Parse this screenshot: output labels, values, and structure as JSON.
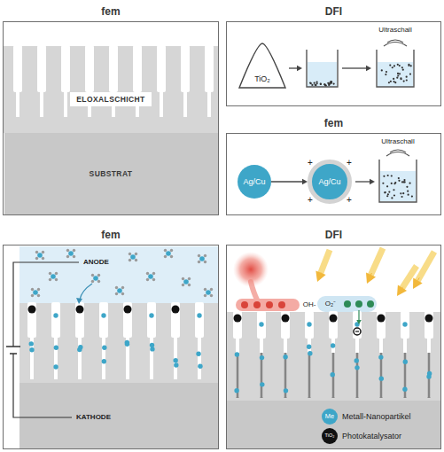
{
  "diagram": {
    "nodes": [
      {
        "text": [
          "fem"
        ]
      },
      {
        "text": [
          "ELOXALSCHICHT"
        ],
        "in": 0
      },
      {
        "text": [
          "SUBSTRAT"
        ],
        "in": 0
      },
      {
        "text": [
          "DFI"
        ]
      },
      {
        "text": [
          "TiO₂"
        ],
        "in": 3
      },
      {
        "text": [
          "fem"
        ]
      },
      {
        "text": [
          "Ag/Cu"
        ],
        "in": 5
      },
      {
        "text": [
          "Ag/Cu"
        ],
        "in": 5
      },
      {
        "text": [
          "fem"
        ]
      },
      {
        "text": [
          "DFI"
        ]
      }
    ],
    "edges": [
      {
        "from": 6,
        "to": 7,
        "arrow": "to"
      }
    ],
    "labels": [
      "Ultraschall",
      "Ultraschall",
      "+",
      "+",
      "+",
      "+",
      "ANODE",
      "KATHODE",
      "OH-",
      "O₂⁻",
      "Me",
      "TiO₂"
    ],
    "legend": [
      {
        "text": "Metall-Nanopartikel",
        "color": "#3ea6c8"
      },
      {
        "text": "Photokatalysator",
        "color": "#111111"
      }
    ]
  }
}
